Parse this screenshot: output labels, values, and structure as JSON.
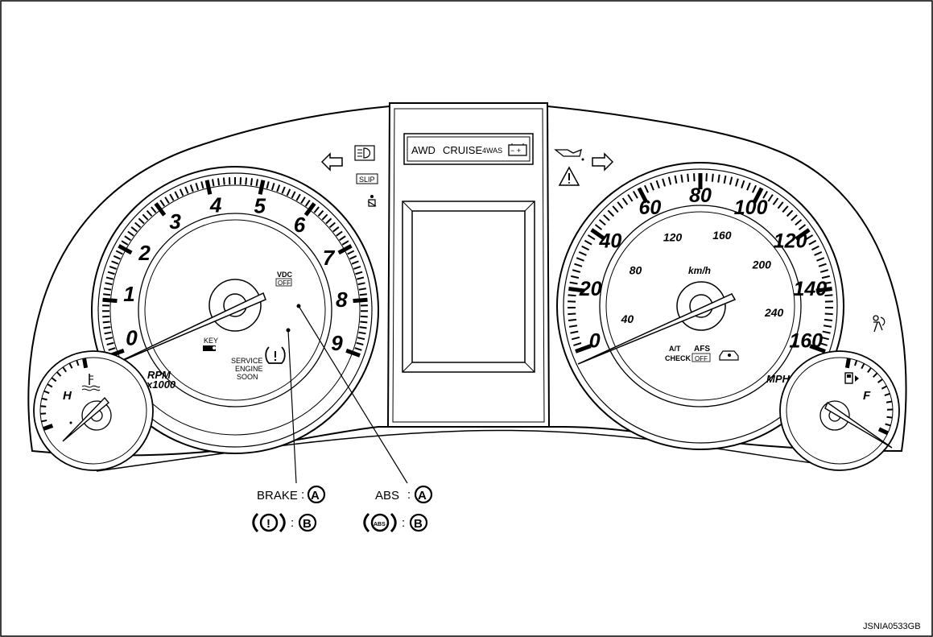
{
  "center_display": {
    "indicators": [
      "AWD",
      "CRUISE",
      "4WAS"
    ]
  },
  "left_indicators": {
    "slip_label": "SLIP"
  },
  "tachometer": {
    "numbers": [
      "0",
      "1",
      "2",
      "3",
      "4",
      "5",
      "6",
      "7",
      "8",
      "9"
    ],
    "unit_line1": "RPM",
    "unit_line2": "x1000",
    "vdc_line1": "VDC",
    "vdc_line2": "OFF",
    "key_label": "KEY",
    "service_line1": "SERVICE",
    "service_line2": "ENGINE",
    "service_line3": "SOON"
  },
  "speedometer": {
    "mph_numbers": [
      "0",
      "20",
      "40",
      "60",
      "80",
      "100",
      "120",
      "140",
      "160"
    ],
    "kmh_numbers": [
      "40",
      "80",
      "120",
      "160",
      "200",
      "240"
    ],
    "kmh_unit": "km/h",
    "mph_unit": "MPH",
    "at_check_line1": "A/T",
    "at_check_line2": "CHECK",
    "afs_line1": "AFS",
    "afs_line2": "OFF"
  },
  "temp_gauge": {
    "label": "H"
  },
  "fuel_gauge": {
    "label": "F"
  },
  "callouts": {
    "brake_label": "BRAKE",
    "abs_label": "ABS",
    "colon": ":",
    "marker_a": "A",
    "marker_b": "B",
    "abs_symbol": "ABS",
    "brake_symbol": "!"
  },
  "figure_code": "JSNIA0533GB"
}
